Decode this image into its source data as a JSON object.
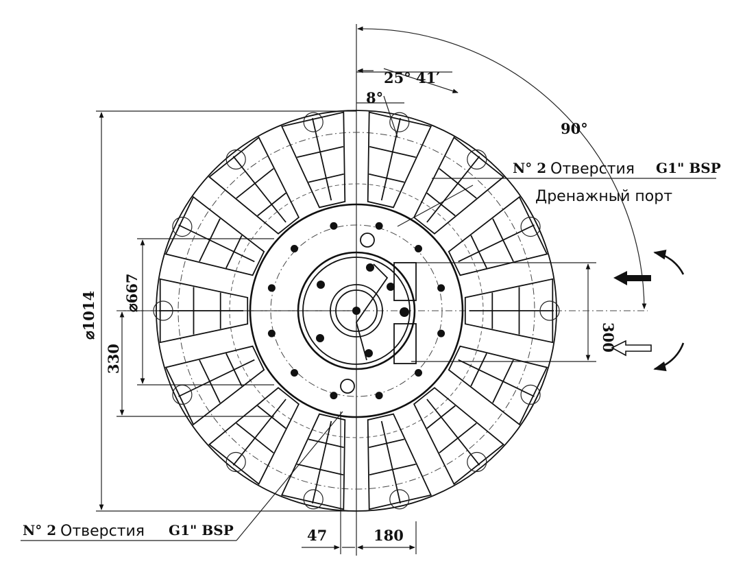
{
  "dimensions": {
    "outer_diameter": "⌀1014",
    "inner_diameter": "⌀667",
    "height_330": "330",
    "height_300": "300",
    "width_47": "47",
    "width_180": "180",
    "angle_8": "8°",
    "angle_25": "25° 41′",
    "angle_90": "90°"
  },
  "callouts": {
    "top_prefix": "N° 2",
    "top_text": "Отверстия",
    "top_suffix": "G1\" BSP",
    "drain": "Дренажный порт",
    "bottom_prefix": "N° 2",
    "bottom_text": "Отверстия",
    "bottom_suffix": "G1\" BSP"
  },
  "rotation_arrows": {
    "top": "filled-left-arrow-icon",
    "bottom": "outline-left-arrow-icon"
  }
}
